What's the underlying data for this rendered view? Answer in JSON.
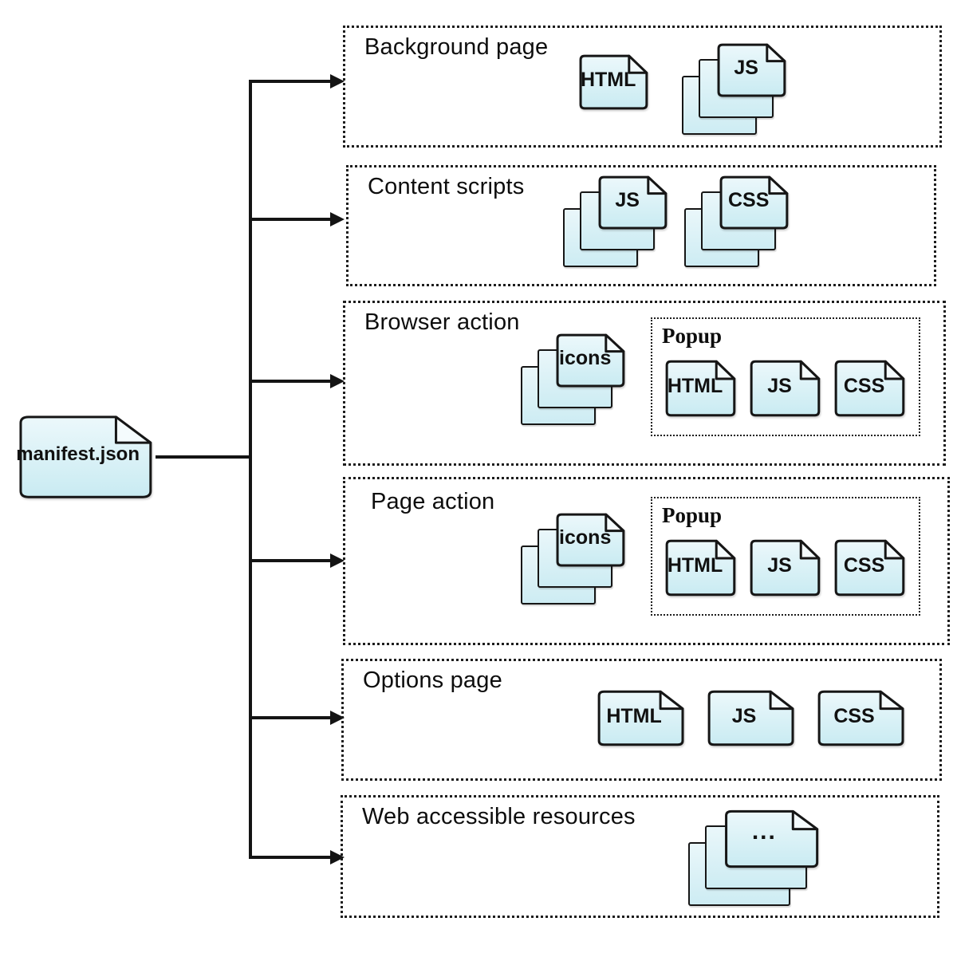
{
  "diagram": {
    "root": {
      "label": "manifest.json"
    },
    "sections": [
      {
        "title": "Background page",
        "icons": [
          {
            "label": "HTML",
            "kind": "single-file"
          },
          {
            "label": "JS",
            "kind": "file-stack"
          }
        ]
      },
      {
        "title": "Content scripts",
        "icons": [
          {
            "label": "JS",
            "kind": "file-stack"
          },
          {
            "label": "CSS",
            "kind": "file-stack"
          }
        ]
      },
      {
        "title": "Browser action",
        "icons": [
          {
            "label": "icons",
            "kind": "file-stack"
          }
        ],
        "popup": {
          "title": "Popup",
          "icons": [
            {
              "label": "HTML",
              "kind": "single-file"
            },
            {
              "label": "JS",
              "kind": "single-file"
            },
            {
              "label": "CSS",
              "kind": "single-file"
            }
          ]
        }
      },
      {
        "title": "Page action",
        "icons": [
          {
            "label": "icons",
            "kind": "file-stack"
          }
        ],
        "popup": {
          "title": "Popup",
          "icons": [
            {
              "label": "HTML",
              "kind": "single-file"
            },
            {
              "label": "JS",
              "kind": "single-file"
            },
            {
              "label": "CSS",
              "kind": "single-file"
            }
          ]
        }
      },
      {
        "title": "Options page",
        "icons": [
          {
            "label": "HTML",
            "kind": "single-file"
          },
          {
            "label": "JS",
            "kind": "single-file"
          },
          {
            "label": "CSS",
            "kind": "single-file"
          }
        ]
      },
      {
        "title": "Web accessible resources",
        "icons": [
          {
            "label": "...",
            "kind": "file-stack"
          }
        ]
      }
    ],
    "colors": {
      "doc_fill_top": "#ecf8fb",
      "doc_fill_bottom": "#c9ebf2",
      "line": "#141414"
    }
  }
}
